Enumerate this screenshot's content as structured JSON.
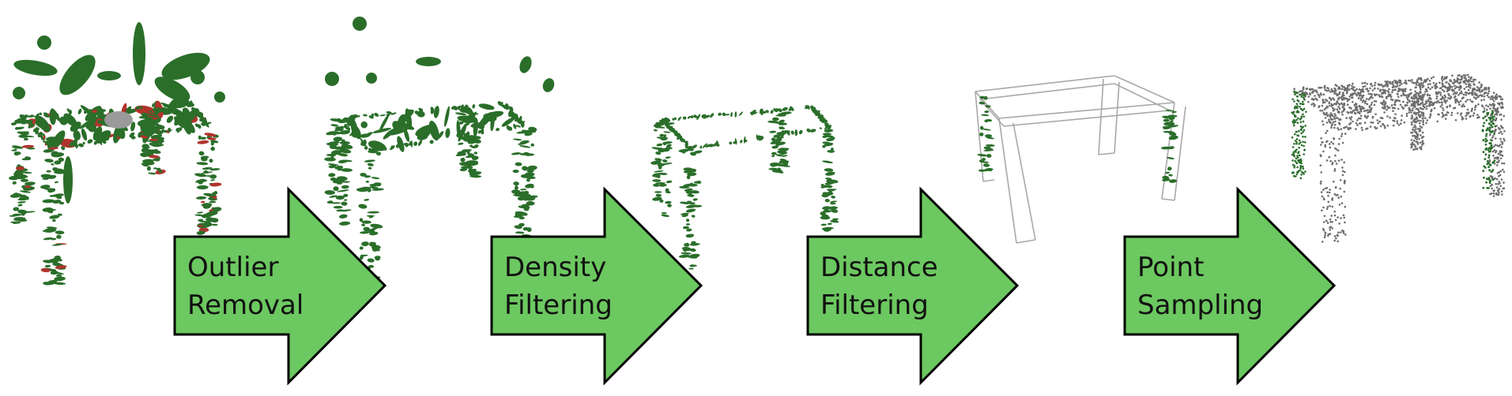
{
  "pipeline": {
    "steps": [
      {
        "line1": "Outlier",
        "line2": "Removal"
      },
      {
        "line1": "Density",
        "line2": "Filtering"
      },
      {
        "line1": "Distance",
        "line2": "Filtering"
      },
      {
        "line1": "Point",
        "line2": "Sampling"
      }
    ]
  },
  "colors": {
    "arrow_fill": "#6cc860",
    "arrow_stroke": "#000000",
    "splat_green": "#2a6e2a",
    "splat_red": "#b0342c",
    "splat_gray": "#9a9a9a",
    "wireframe": "#a8a8a8",
    "point_gray": "#6e6e6e"
  }
}
